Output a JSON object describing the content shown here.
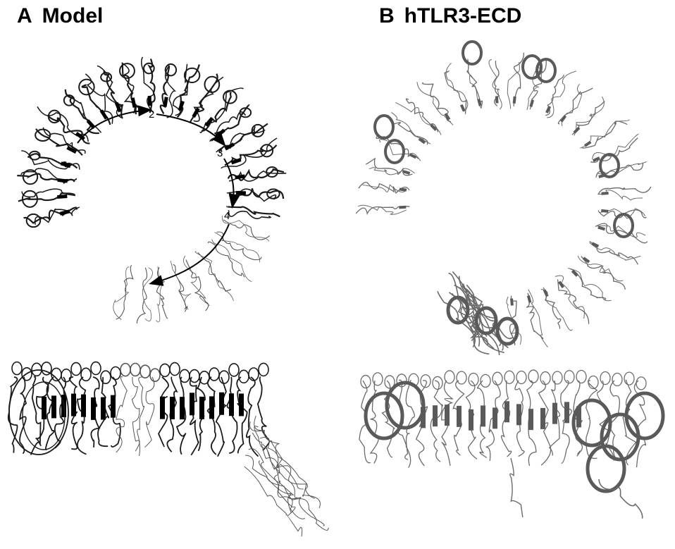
{
  "panels": [
    {
      "letter": "A",
      "title": "Model"
    },
    {
      "letter": "B",
      "title": "hTLR3-ECD"
    }
  ],
  "annotations": {
    "numbers": [
      "1",
      "2",
      "3",
      "4"
    ]
  },
  "colors": {
    "model_ribbon": "#1a1a1a",
    "model_trace": "#555555",
    "tlr3_ribbon": "#6a6a6a",
    "tlr3_helix": "#5a5a5a"
  }
}
